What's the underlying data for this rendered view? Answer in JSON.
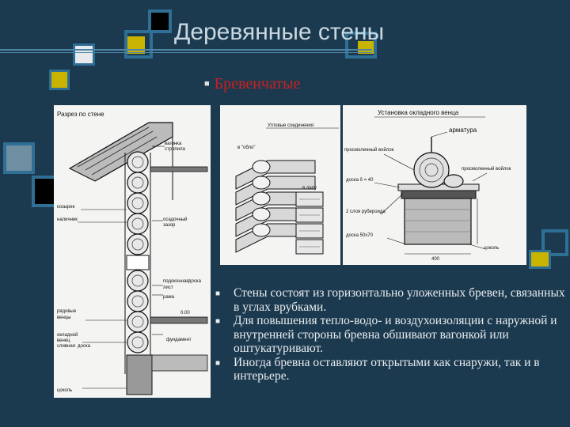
{
  "slide": {
    "title": "Деревянные стены",
    "subtitle": "Бревенчатые",
    "bullets": [
      "Стены состоят из горизонтально уложенных бревен, связанных в углах врубками.",
      "Для повышения тепло-водо- и воздухоизоляции с наружной и внутренней стороны бревна обшивают вагонкой или оштукатуривают.",
      "Иногда бревна оставляют открытыми как снаружи, так и в интерьере."
    ]
  },
  "figure_left": {
    "heading": "Разрез по стене",
    "labels": [
      "вагонка",
      "стропила",
      "козырек",
      "наличник",
      "осадочный",
      "зазор",
      "подоконная",
      "доска",
      "лист",
      "рама",
      "фундамент",
      "рядовые",
      "венцы",
      "окладной",
      "венец",
      "сливная",
      "доска",
      "0.00",
      "цоколь"
    ]
  },
  "figure_middle": {
    "heading": "Угловые соединения",
    "labels": [
      "в \"обло\"",
      "в лапу"
    ]
  },
  "figure_right": {
    "heading": "Установка окладного венца",
    "labels": [
      "арматура",
      "просмоленный войлок",
      "доска δ = 40",
      "просмоленный войлок",
      "2 слоя рубероида",
      "доска 50х70",
      "цоколь",
      "400"
    ]
  },
  "colors": {
    "background": "#1c3a4f",
    "accent_yellow": "#c8b400",
    "accent_blue": "#2f6f95",
    "subtitle_red": "#cc1f1f"
  }
}
